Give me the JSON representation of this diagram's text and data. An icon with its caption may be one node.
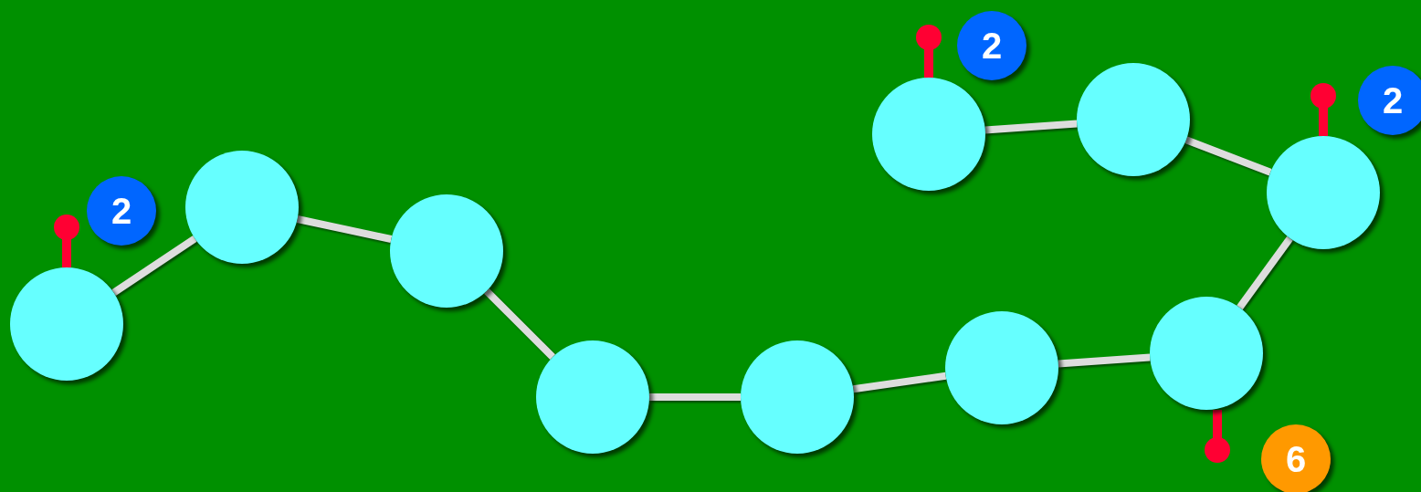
{
  "diagram": {
    "nodes": [
      {
        "text": [],
        "shape": "circle"
      },
      {
        "text": [],
        "shape": "circle"
      },
      {
        "text": [],
        "shape": "circle"
      },
      {
        "text": [],
        "shape": "circle"
      },
      {
        "text": [],
        "shape": "circle"
      },
      {
        "text": [],
        "shape": "circle"
      },
      {
        "text": [],
        "shape": "circle"
      },
      {
        "text": [],
        "shape": "circle"
      },
      {
        "text": [],
        "shape": "circle"
      },
      {
        "text": [],
        "shape": "circle"
      },
      {
        "text": [
          "2"
        ]
      },
      {
        "text": [
          "2"
        ]
      },
      {
        "text": [
          "2"
        ]
      },
      {
        "text": [
          "6"
        ]
      }
    ],
    "edges": [
      {
        "from": 0,
        "to": 1,
        "arrow": "none"
      },
      {
        "from": 1,
        "to": 2,
        "arrow": "none"
      },
      {
        "from": 2,
        "to": 3,
        "arrow": "none"
      },
      {
        "from": 3,
        "to": 4,
        "arrow": "none"
      },
      {
        "from": 4,
        "to": 6,
        "arrow": "none"
      },
      {
        "from": 6,
        "to": 8,
        "arrow": "none"
      },
      {
        "from": 8,
        "to": 9,
        "arrow": "none"
      },
      {
        "from": 9,
        "to": 7,
        "arrow": "none"
      },
      {
        "from": 7,
        "to": 5,
        "arrow": "none"
      }
    ]
  }
}
